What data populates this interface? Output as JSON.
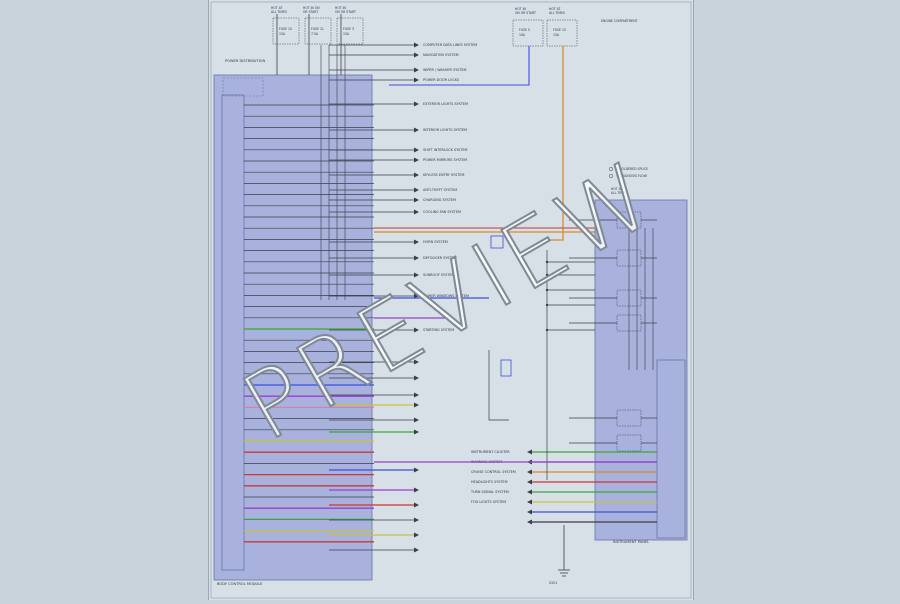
{
  "watermark": "PREVIEW",
  "colors": {
    "page_bg": "#c9d3dc",
    "sheet_bg": "#d7dfe7",
    "module_fill": "#a8b2dd",
    "module_stroke": "#6a74a8",
    "wire_black": "#3a3f48",
    "wire_orange": "#d88a2a",
    "wire_green": "#3aa63a",
    "wire_blue": "#3c4fd8",
    "wire_violet": "#9a3fd0",
    "wire_red": "#c63a3a",
    "wire_yellow": "#c8c33a",
    "wire_pink": "#e07ab0"
  },
  "diagram": {
    "fuse_blocks_top": [
      {
        "title": "HOT AT",
        "sub": "ALL TIMES",
        "fuse": "FUSE 10",
        "amps": "15A"
      },
      {
        "title": "HOT IN ON",
        "sub": "OR START",
        "fuse": "FUSE 11",
        "amps": "7.5A"
      },
      {
        "title": "HOT IN",
        "sub": "ON OR START",
        "fuse": "FUSE 3",
        "amps": "15A"
      }
    ],
    "top_right_blocks": [
      {
        "title": "HOT IN",
        "sub": "ON OR START",
        "fuse": "FUSE 5",
        "amps": "10A"
      },
      {
        "title": "HOT AT",
        "sub": "ALL TIMES",
        "fuse": "FUSE 15",
        "amps": "15A"
      }
    ],
    "top_right_box": "ENGINE COMPARTMENT",
    "left_module_label": "POWER DISTRIBUTION",
    "left_module_bottom": "BODY CONTROL MODULE",
    "right_module_block": {
      "title": "HOT AT",
      "sub": "ALL TIMES"
    },
    "right_module_bottom": "INSTRUMENT PANEL",
    "legend": [
      "= SOLDERED SPLICE",
      "= DIAGNOSIS FLOW"
    ],
    "bottom_ground": "G201",
    "destinations": [
      "COMPUTER DATA LINES SYSTEM",
      "NAVIGATION SYSTEM",
      "WIPER / WASHER SYSTEM",
      "POWER DOOR LOCKS",
      "EXTERIOR LIGHTS SYSTEM",
      "INTERIOR LIGHTS SYSTEM",
      "SHIFT INTERLOCK SYSTEM",
      "POWER MIRRORS SYSTEM",
      "KEYLESS ENTRY SYSTEM",
      "ANTI-THEFT SYSTEM",
      "CHARGING SYSTEM",
      "COOLING FAN SYSTEM",
      "HORN SYSTEM",
      "DEFOGGER SYSTEM",
      "SUNROOF SYSTEM",
      "POWER WINDOWS SYSTEM",
      "STARTING SYSTEM"
    ],
    "right_destinations": [
      "INSTRUMENT CLUSTER",
      "WARNING SYSTEM",
      "CRUISE CONTROL SYSTEM",
      "HEADLIGHTS SYSTEM",
      "TURN SIGNAL SYSTEM",
      "FOG LIGHTS SYSTEM"
    ]
  }
}
